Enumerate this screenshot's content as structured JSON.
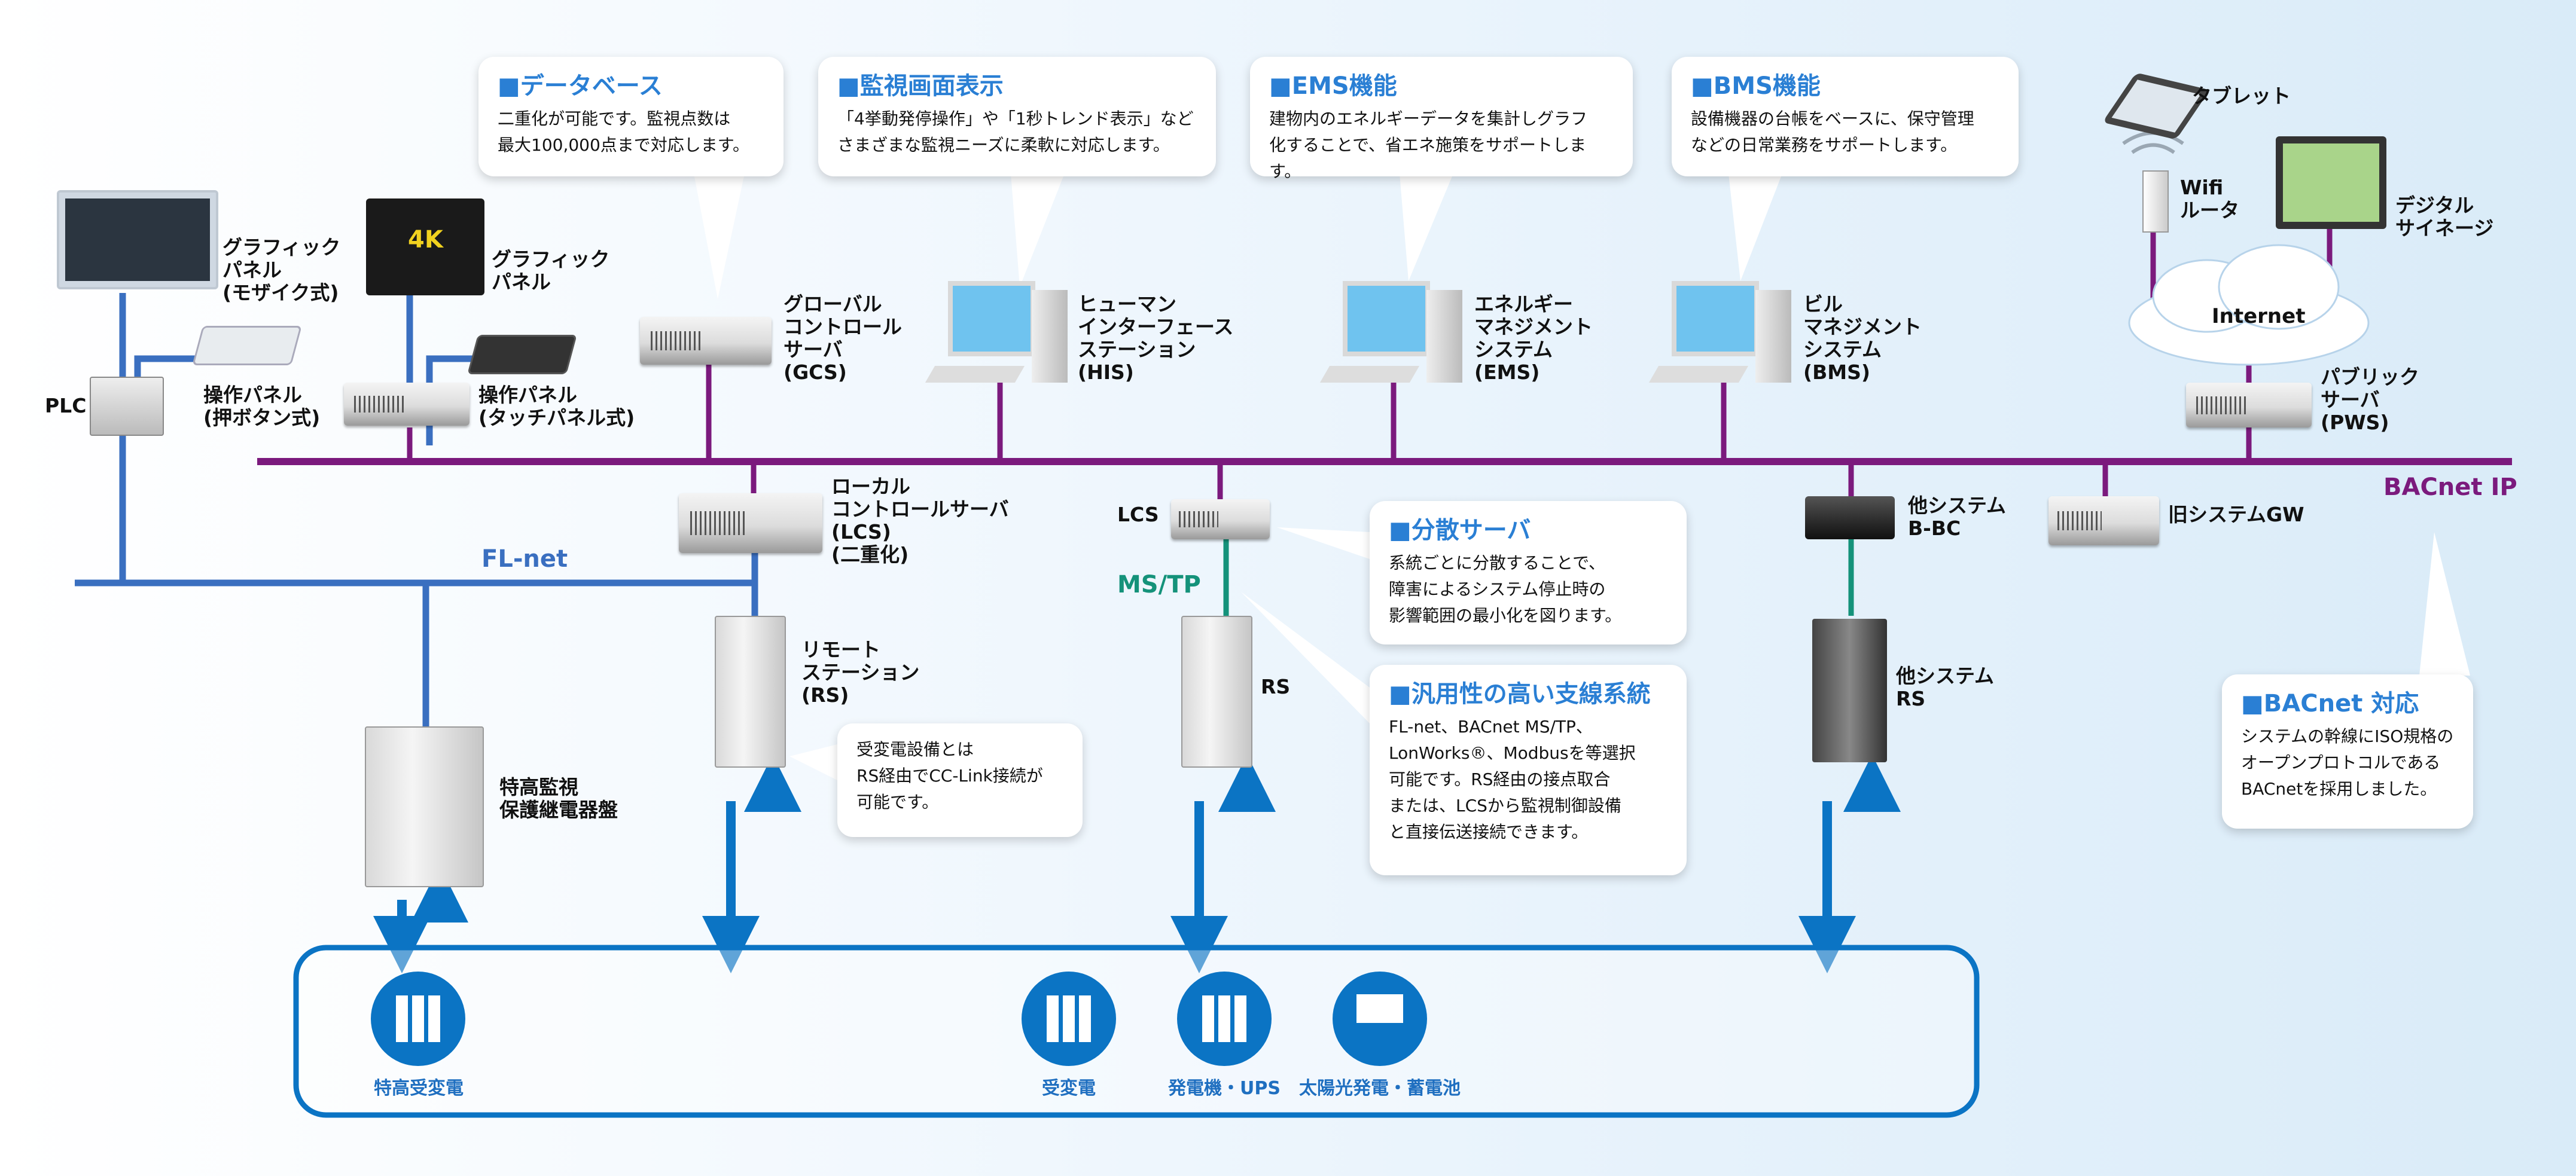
{
  "networks": {
    "bacnet_ip": "BACnet IP",
    "fl_net": "FL-net",
    "ms_tp": "MS/TP",
    "internet": "Internet"
  },
  "devices": {
    "graphic_panel_mosaic": "グラフィック\nパネル\n(モザイク式)",
    "graphic_panel": "グラフィック\nパネル",
    "screen_4k": "4K",
    "plc": "PLC",
    "op_panel_button": "操作パネル\n(押ボタン式)",
    "op_panel_touch": "操作パネル\n(タッチパネル式)",
    "gcs": "グローバル\nコントロール\nサーバ\n(GCS)",
    "his": "ヒューマン\nインターフェース\nステーション\n(HIS)",
    "ems": "エネルギー\nマネジメント\nシステム\n(EMS)",
    "bms": "ビル\nマネジメント\nシステム\n(BMS)",
    "tablet": "タブレット",
    "wifi": "Wifi\nルータ",
    "signage": "デジタル\nサイネージ",
    "pws": "パブリック\nサーバ\n(PWS)",
    "lcs_dual": "ローカル\nコントロールサーバ\n(LCS)\n(二重化)",
    "lcs": "LCS",
    "other_bbc": "他システム\nB-BC",
    "old_gw": "旧システムGW",
    "remote_station": "リモート\nステーション\n(RS)",
    "rs": "RS",
    "other_rs": "他システム\nRS",
    "relay_panel": "特高監視\n保護継電器盤"
  },
  "callouts": {
    "database": {
      "title": "■データベース",
      "body": "二重化が可能です。監視点数は\n最大100,000点まで対応します。"
    },
    "monitor": {
      "title": "■監視画面表示",
      "body": "「4挙動発停操作」や「1秒トレンド表示」など\nさまざまな監視ニーズに柔軟に対応します。"
    },
    "ems": {
      "title": "■EMS機能",
      "body": "建物内のエネルギーデータを集計しグラフ\n化することで、省エネ施策をサポートします。"
    },
    "bms": {
      "title": "■BMS機能",
      "body": "設備機器の台帳をベースに、保守管理\nなどの日常業務をサポートします。"
    },
    "distributed": {
      "title": "■分散サーバ",
      "body": "系統ごとに分散することで、\n障害によるシステム停止時の\n影響範囲の最小化を図ります。"
    },
    "branch": {
      "title": "■汎用性の高い支線系統",
      "body": "FL-net、BACnet MS/TP、\nLonWorks®、Modbusを等選択\n可能です。RS経由の接点取合\nまたは、LCSから監視制御設備\nと直接伝送接続できます。"
    },
    "cclink": {
      "title": "",
      "body": "受変電設備とは\nRS経由でCC-Link接続が\n可能です。"
    },
    "bacnet": {
      "title": "■BACnet 対応",
      "body": "システムの幹線にISO規格の\nオープンプロトコルである\nBACnetを採用しました。"
    }
  },
  "equipment": [
    {
      "label": "特高受変電",
      "icon": "switchgear-icon"
    },
    {
      "label": "受変電",
      "icon": "switchgear-icon"
    },
    {
      "label": "発電機・UPS",
      "icon": "generator-icon"
    },
    {
      "label": "太陽光発電・蓄電池",
      "icon": "solar-battery-icon"
    }
  ],
  "colors": {
    "bacnet": "#7b1a7d",
    "flnet": "#3a6fc0",
    "mstp": "#14927a",
    "arrow": "#0b74c4",
    "callout_title": "#2a7fd4"
  }
}
